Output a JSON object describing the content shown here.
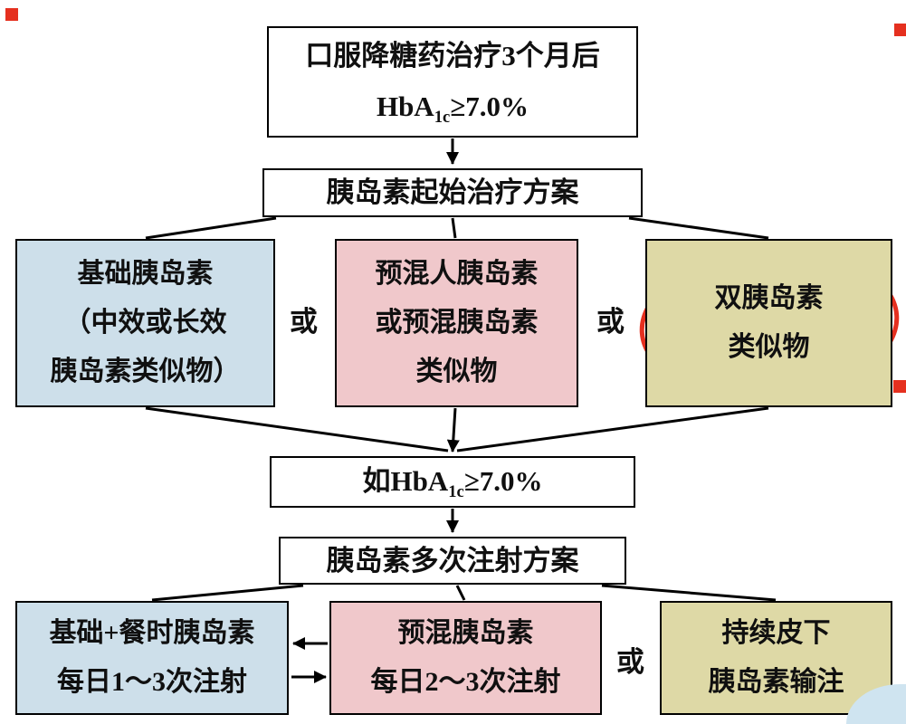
{
  "flowchart": {
    "colors": {
      "blue_box": "#cddfea",
      "pink_box": "#f0c8cb",
      "khaki_box": "#ded9a6",
      "annotation_red": "#e5301f",
      "line_black": "#000000"
    },
    "top_box": {
      "line1": "口服降糖药治疗3个月后",
      "hba_prefix": "HbA",
      "hba_sub": "1c",
      "hba_suffix": "≥7.0%"
    },
    "start_box": {
      "label": "胰岛素起始治疗方案"
    },
    "row1": {
      "left": {
        "line1": "基础胰岛素",
        "line2": "（中效或长效",
        "line3": "胰岛素类似物）"
      },
      "or1": "或",
      "middle": {
        "line1": "预混人胰岛素",
        "line2": "或预混胰岛素",
        "line3": "类似物"
      },
      "or2": "或",
      "right": {
        "line1": "双胰岛素",
        "line2": "类似物"
      }
    },
    "if_box": {
      "prefix": "如HbA",
      "sub": "1c",
      "suffix": "≥7.0%"
    },
    "multi_box": {
      "label": "胰岛素多次注射方案"
    },
    "row2": {
      "left": {
        "line1": "基础+餐时胰岛素",
        "line2": "每日1～3次注射"
      },
      "middle": {
        "line1": "预混胰岛素",
        "line2": "每日2～3次注射"
      },
      "or": "或",
      "right": {
        "line1": "持续皮下",
        "line2": "胰岛素输注"
      }
    }
  }
}
